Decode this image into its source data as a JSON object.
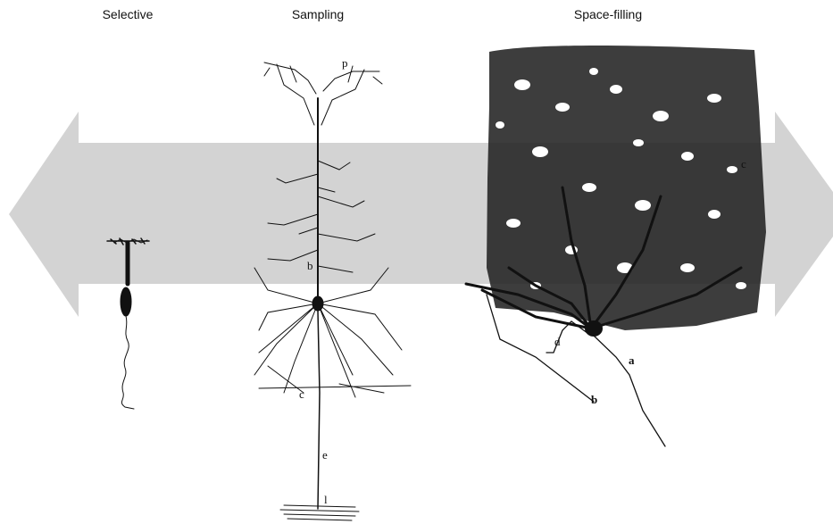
{
  "headings": {
    "selective": "Selective",
    "sampling": "Sampling",
    "space_filling": "Space-filling"
  },
  "labels": {
    "sampling_p": "p",
    "sampling_b": "b",
    "sampling_c": "c",
    "sampling_e": "e",
    "sampling_l": "l",
    "purkinje_c": "c",
    "purkinje_d": "d",
    "purkinje_a": "a",
    "purkinje_b": "b"
  },
  "colors": {
    "arrow": "#d3d3d3",
    "ink": "#111111"
  }
}
